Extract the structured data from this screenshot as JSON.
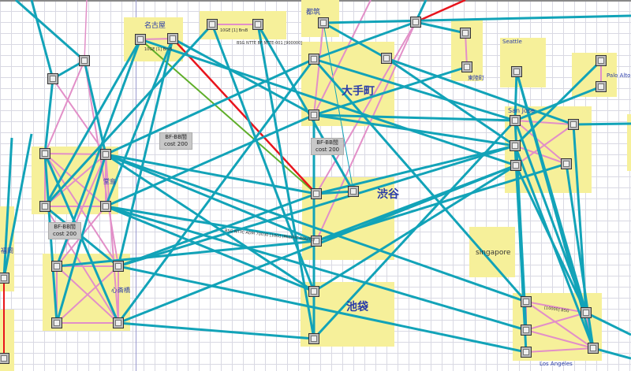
{
  "regions": [
    {
      "id": "nagoya",
      "label": "名古屋"
    },
    {
      "id": "tsuzuki",
      "label": "都筑"
    },
    {
      "id": "otemachi",
      "label": "大手町"
    },
    {
      "id": "higashi",
      "label": "東陸町"
    },
    {
      "id": "seattle",
      "label": "Seattle"
    },
    {
      "id": "paloalto",
      "label": "Palo Alto"
    },
    {
      "id": "sanjose",
      "label": "San Jose"
    },
    {
      "id": "dojima",
      "label": "堂島"
    },
    {
      "id": "shibuya",
      "label": "渋谷"
    },
    {
      "id": "shinsaibashi",
      "label": "心斎橋"
    },
    {
      "id": "singapore",
      "label": "singapore"
    },
    {
      "id": "ikebukuro",
      "label": "池袋"
    },
    {
      "id": "losangeles",
      "label": "Los Angeles"
    },
    {
      "id": "fukuoka",
      "label": "福岡"
    }
  ],
  "cost_boxes": [
    {
      "title": "BF-BB間",
      "cost": "cost 200"
    },
    {
      "title": "BF-BB間",
      "cost": "cost 200"
    },
    {
      "title": "BF-BB間",
      "cost": "cost 200"
    }
  ],
  "edge_labels": {
    "nagoya_link": "10GE [1] BrsB",
    "top_link": "10GE [1] BrsB",
    "tsuzuki_link": "BSG NTTE BF NTTE-001 [900000]",
    "pacific_route": "BSG NTTC ADM 70030 [10G] (PACIFIC ROUTE)",
    "la_link": "[10000] BSG"
  },
  "colors": {
    "trunk": "#12a3b8",
    "local": "#e28fc8",
    "red": "#e8141c",
    "green": "#5fae2a",
    "region": "#f6f09a",
    "label": "#2a3ca8"
  }
}
